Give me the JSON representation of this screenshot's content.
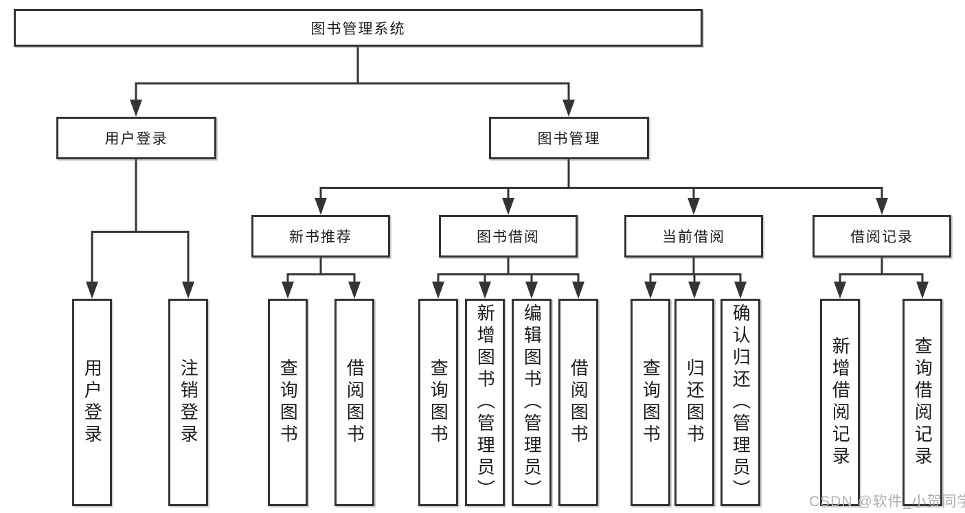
{
  "colors": {
    "line": "#343434",
    "box_border": "#343434",
    "text": "#1c1c1c",
    "background": "#ffffff",
    "watermark": "#b0b0b0"
  },
  "watermark": {
    "text": "CSDN @软件_小贺同学"
  },
  "nodes": {
    "root": {
      "label": "图书管理系统",
      "children": [
        "user_login",
        "book_mgmt"
      ]
    },
    "user_login": {
      "label": "用户登录",
      "children": [
        "user_login_leaf",
        "logout_leaf"
      ]
    },
    "book_mgmt": {
      "label": "图书管理",
      "children": [
        "new_book_rec",
        "book_borrow",
        "current_borrow",
        "borrow_records"
      ]
    },
    "user_login_leaf": {
      "label": "用户登录"
    },
    "logout_leaf": {
      "label": "注销登录"
    },
    "new_book_rec": {
      "label": "新书推荐",
      "children": [
        "rec_query_books",
        "rec_borrow_books"
      ]
    },
    "book_borrow": {
      "label": "图书借阅",
      "children": [
        "bb_query_books",
        "bb_add_books_admin",
        "bb_edit_books_admin",
        "bb_borrow_books"
      ]
    },
    "current_borrow": {
      "label": "当前借阅",
      "children": [
        "cb_query_books",
        "cb_return_books",
        "cb_confirm_return_admin"
      ]
    },
    "borrow_records": {
      "label": "借阅记录",
      "children": [
        "br_add_record",
        "br_query_record"
      ]
    },
    "rec_query_books": {
      "label": "查询图书"
    },
    "rec_borrow_books": {
      "label": "借阅图书"
    },
    "bb_query_books": {
      "label": "查询图书"
    },
    "bb_add_books_admin": {
      "label": "新增图书（管理员）"
    },
    "bb_edit_books_admin": {
      "label": "编辑图书（管理员）"
    },
    "bb_borrow_books": {
      "label": "借阅图书"
    },
    "cb_query_books": {
      "label": "查询图书"
    },
    "cb_return_books": {
      "label": "归还图书"
    },
    "cb_confirm_return_admin": {
      "label": "确认归还（管理员）"
    },
    "br_add_record": {
      "label": "新增借阅记录"
    },
    "br_query_record": {
      "label": "查询借阅记录"
    }
  }
}
